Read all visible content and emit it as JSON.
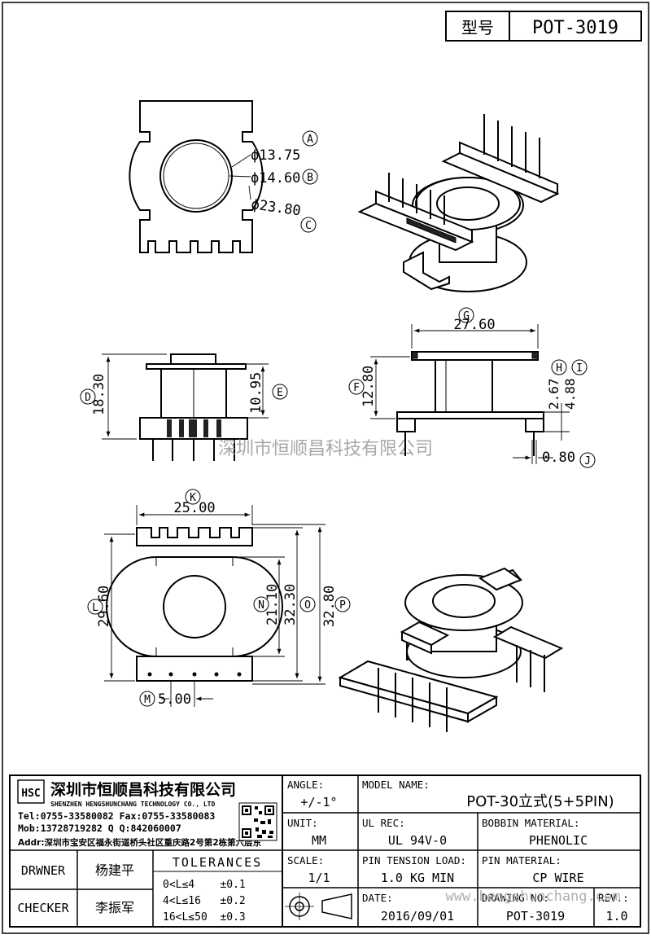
{
  "header": {
    "model_label": "型号",
    "model_value": "POT-3019"
  },
  "callouts": {
    "A": "A",
    "B": "B",
    "C": "C",
    "D": "D",
    "E": "E",
    "F": "F",
    "G": "G",
    "H": "H",
    "I": "I",
    "J": "J",
    "K": "K",
    "L": "L",
    "M": "M",
    "N": "N",
    "O": "O",
    "P": "P"
  },
  "dims": {
    "phiA": "ϕ13.75",
    "phiB": "ϕ14.60",
    "phiC": "ϕ23.80",
    "D": "18.30",
    "E": "10.95",
    "F": "12.80",
    "G": "27.60",
    "H": "2.67",
    "I": "4.88",
    "J": "0.80",
    "K": "25.00",
    "L": "29.60",
    "M": "5.00",
    "N": "21.10",
    "O": "32.30",
    "P": "32.80"
  },
  "watermark": {
    "center": "深圳市恒顺昌科技有限公司",
    "footer": "www.hengshunchang.com"
  },
  "company": {
    "logo": "HSC",
    "name_cn": "深圳市恒顺昌科技有限公司",
    "name_en": "SHENZHEN HENGSHUNCHANG TECHNOLOGY CO., LTD",
    "tel": "Tel:0755-33580082 Fax:0755-33580083",
    "mob": "Mob:13728719282    Q Q:842060007",
    "addr": "Addr:深圳市宝安区福永街道桥头社区重庆路2号第2栋第六层东"
  },
  "title_block": {
    "angle_label": "ANGLE:",
    "angle_value": "+/-1°",
    "unit_label": "UNIT:",
    "unit_value": "MM",
    "scale_label": "SCALE:",
    "scale_value": "1/1",
    "model_name_label": "MODEL NAME:",
    "model_name_value": "POT-30立式(5+5PIN)",
    "ul_label": "UL REC:",
    "ul_value": "UL 94V-0",
    "bobbin_label": "BOBBIN MATERIAL:",
    "bobbin_value": "PHENOLIC",
    "pin_tension_label": "PIN TENSION LOAD:",
    "pin_tension_value": "1.0 KG MIN",
    "pin_material_label": "PIN MATERIAL:",
    "pin_material_value": "CP WIRE",
    "date_label": "DATE:",
    "date_value": "2016/09/01",
    "drawing_label": "DRAWING NO:",
    "drawing_value": "POT-3019",
    "rev_label": "REV.:",
    "rev_value": "1.0",
    "drawer_label": "DRWNER",
    "drawer_value": "杨建平",
    "checker_label": "CHECKER",
    "checker_value": "李振军",
    "tolerances_label": "TOLERANCES",
    "tol1": "0<L≤4    ±0.1",
    "tol2": "4<L≤16   ±0.2",
    "tol3": "16<L≤50  ±0.3"
  }
}
